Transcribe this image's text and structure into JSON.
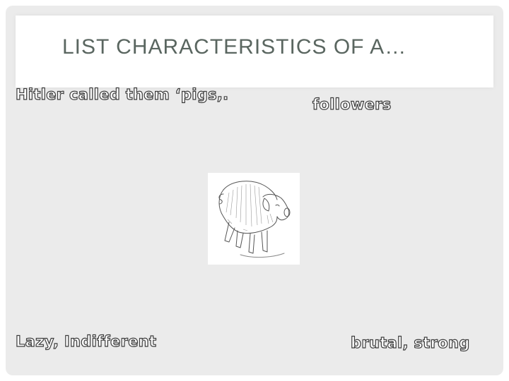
{
  "slide": {
    "title": "LIST CHARACTERISTICS OF A…",
    "labels": {
      "top_left": "Hitler called them ‘pigs,.",
      "top_right": "followers",
      "bottom_left": "Lazy, Indifferent",
      "bottom_right": "brutal, strong"
    },
    "image": {
      "icon": "pig-sketch-icon"
    }
  },
  "colors": {
    "panel_background": "#ebebeb",
    "title_box": "#ffffff",
    "title_text": "#5a6660",
    "label_outline": "#3c3c3c"
  }
}
